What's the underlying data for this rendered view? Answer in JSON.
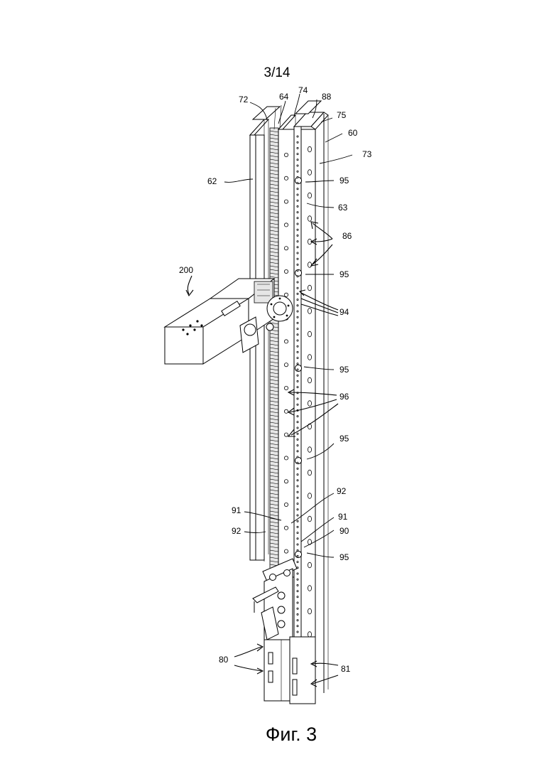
{
  "sheet": {
    "page_number": "3/14",
    "caption": "Фиг. 3"
  },
  "labels": {
    "l72": "72",
    "l64": "64",
    "l74": "74",
    "l88": "88",
    "l75": "75",
    "l60": "60",
    "l73": "73",
    "l62": "62",
    "l63": "63",
    "l86": "86",
    "l200": "200",
    "l94": "94",
    "l96": "96",
    "l91": "91",
    "l92": "92",
    "l90": "90",
    "l80": "80",
    "l81": "81",
    "l95": "95"
  }
}
